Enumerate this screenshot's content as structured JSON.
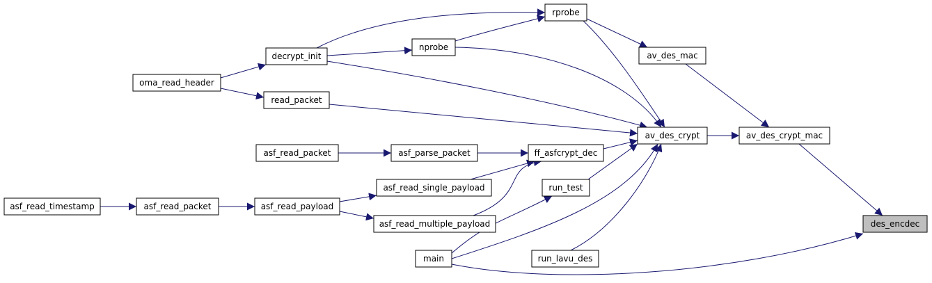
{
  "colors": {
    "edge": "#191970",
    "node_fill": "#ffffff",
    "node_stroke": "#000000",
    "highlight_fill": "#bfbfbf",
    "background": "#ffffff"
  },
  "nodes": [
    {
      "id": "rprobe",
      "label": "rprobe"
    },
    {
      "id": "av_des_mac",
      "label": "av_des_mac"
    },
    {
      "id": "nprobe",
      "label": "nprobe"
    },
    {
      "id": "decrypt_init",
      "label": "decrypt_init"
    },
    {
      "id": "oma_read_header",
      "label": "oma_read_header"
    },
    {
      "id": "read_packet",
      "label": "read_packet"
    },
    {
      "id": "av_des_crypt",
      "label": "av_des_crypt"
    },
    {
      "id": "av_des_crypt_mac",
      "label": "av_des_crypt_mac"
    },
    {
      "id": "asf_read_packet_top",
      "label": "asf_read_packet"
    },
    {
      "id": "asf_parse_packet",
      "label": "asf_parse_packet"
    },
    {
      "id": "ff_asfcrypt_dec",
      "label": "ff_asfcrypt_dec"
    },
    {
      "id": "asf_read_single_payload",
      "label": "asf_read_single_payload"
    },
    {
      "id": "run_test",
      "label": "run_test"
    },
    {
      "id": "asf_read_timestamp",
      "label": "asf_read_timestamp"
    },
    {
      "id": "asf_read_packet_mid",
      "label": "asf_read_packet"
    },
    {
      "id": "asf_read_payload",
      "label": "asf_read_payload"
    },
    {
      "id": "asf_read_multiple_payload",
      "label": "asf_read_multiple_payload"
    },
    {
      "id": "des_encdec",
      "label": "des_encdec"
    },
    {
      "id": "main",
      "label": "main"
    },
    {
      "id": "run_lavu_des",
      "label": "run_lavu_des"
    }
  ],
  "edges": [
    {
      "from": "decrypt_init",
      "to": "rprobe"
    },
    {
      "from": "nprobe",
      "to": "rprobe"
    },
    {
      "from": "decrypt_init",
      "to": "nprobe"
    },
    {
      "from": "oma_read_header",
      "to": "decrypt_init"
    },
    {
      "from": "oma_read_header",
      "to": "read_packet"
    },
    {
      "from": "rprobe",
      "to": "av_des_mac"
    },
    {
      "from": "rprobe",
      "to": "av_des_crypt"
    },
    {
      "from": "nprobe",
      "to": "av_des_crypt"
    },
    {
      "from": "decrypt_init",
      "to": "av_des_crypt"
    },
    {
      "from": "read_packet",
      "to": "av_des_crypt"
    },
    {
      "from": "ff_asfcrypt_dec",
      "to": "av_des_crypt"
    },
    {
      "from": "run_test",
      "to": "av_des_crypt"
    },
    {
      "from": "main",
      "to": "av_des_crypt"
    },
    {
      "from": "run_lavu_des",
      "to": "av_des_crypt"
    },
    {
      "from": "av_des_mac",
      "to": "av_des_crypt_mac"
    },
    {
      "from": "av_des_crypt",
      "to": "av_des_crypt_mac"
    },
    {
      "from": "av_des_crypt_mac",
      "to": "des_encdec"
    },
    {
      "from": "main",
      "to": "des_encdec"
    },
    {
      "from": "asf_read_packet_top",
      "to": "asf_parse_packet"
    },
    {
      "from": "asf_parse_packet",
      "to": "ff_asfcrypt_dec"
    },
    {
      "from": "asf_read_single_payload",
      "to": "ff_asfcrypt_dec"
    },
    {
      "from": "asf_read_multiple_payload",
      "to": "ff_asfcrypt_dec"
    },
    {
      "from": "asf_read_timestamp",
      "to": "asf_read_packet_mid"
    },
    {
      "from": "asf_read_packet_mid",
      "to": "asf_read_payload"
    },
    {
      "from": "asf_read_payload",
      "to": "asf_read_single_payload"
    },
    {
      "from": "asf_read_payload",
      "to": "asf_read_multiple_payload"
    },
    {
      "from": "main",
      "to": "run_test"
    }
  ]
}
